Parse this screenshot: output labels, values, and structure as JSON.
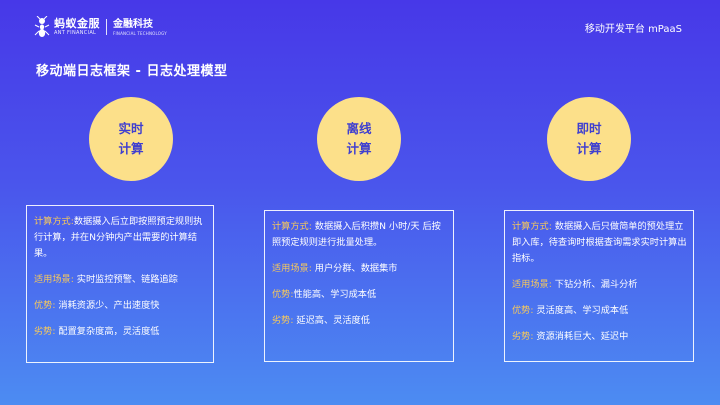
{
  "header": {
    "logo_cn": "蚂蚁金服",
    "logo_en": "ANT FINANCIAL",
    "fin_cn": "金融科技",
    "fin_en": "FINANCIAL TECHNOLOGY",
    "platform": "移动开发平台 mPaaS"
  },
  "title": "移动端日志框架 - 日志处理模型",
  "columns": [
    {
      "circle": [
        "实时",
        "计算"
      ],
      "method_k": "计算方式:",
      "method_v": "数据摄入后立即按照预定规则执行计算，并在N分钟内产出需要的计算结果。",
      "scene_k": "适用场景:",
      "scene_v": "实时监控预警、链路追踪",
      "pros_k": "优势:",
      "pros_v": "消耗资源少、产出速度快",
      "cons_k": "劣势:",
      "cons_v": "配置复杂度高，灵活度低"
    },
    {
      "circle": [
        "离线",
        "计算"
      ],
      "method_k": "计算方式:",
      "method_v": " 数据摄入后积攒N 小时/天 后按照预定规则进行批量处理。",
      "scene_k": "适用场景:",
      "scene_v": "用户分群、数据集市",
      "pros_k": "优势:",
      "pros_v": "性能高、学习成本低",
      "cons_k": "劣势:",
      "cons_v": "延迟高、灵活度低"
    },
    {
      "circle": [
        "即时",
        "计算"
      ],
      "method_k": "计算方式:",
      "method_v": " 数据摄入后只做简单的预处理立即入库，待查询时根据查询需求实时计算出指标。",
      "scene_k": "适用场景:",
      "scene_v": "下钻分析、漏斗分析",
      "pros_k": "优势:",
      "pros_v": "灵活度高、学习成本低",
      "cons_k": "劣势:",
      "cons_v": "资源消耗巨大、延迟中"
    }
  ]
}
